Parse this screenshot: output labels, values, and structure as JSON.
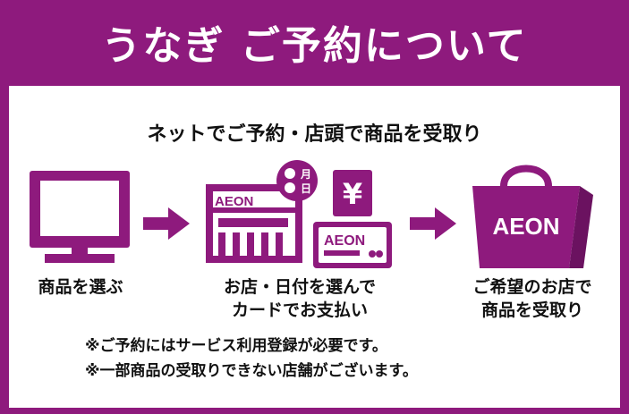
{
  "banner": {
    "title": "うなぎ ご予約について"
  },
  "intro": "ネットでご予約・店頭で商品を受取り",
  "steps": [
    {
      "label_line1": "商品を選ぶ"
    },
    {
      "label_line1": "お店・日付を選んで",
      "label_line2": "カードでお支払い"
    },
    {
      "label_line1": "ご希望のお店で",
      "label_line2": "商品を受取り"
    }
  ],
  "icons": {
    "calendar_badge_line1": "月",
    "calendar_badge_line2": "日",
    "yen_symbol": "¥",
    "brand_logo": "AEON"
  },
  "notes": [
    "※ご予約にはサービス利用登録が必要です。",
    "※一部商品の受取りできない店舗がございます。"
  ],
  "colors": {
    "brand": "#8e1a7d",
    "panel": "#ffffff"
  }
}
